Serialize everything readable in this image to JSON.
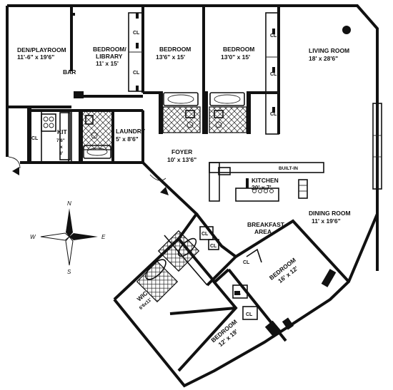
{
  "rooms": {
    "den": {
      "name": "DEN/PLAYROOM",
      "dim": "11'-6\" x 19'6\""
    },
    "bar": {
      "name": "BAR"
    },
    "bedroom_library": {
      "name1": "BEDROOM/",
      "name2": "LIBRARY",
      "dim": "11' x 15'"
    },
    "bedroom1": {
      "name": "BEDROOM",
      "dim": "13'6\" x 15'"
    },
    "bedroom2": {
      "name": "BEDROOM",
      "dim": "13'0\" x 15'"
    },
    "living": {
      "name": "LIVING ROOM",
      "dim": "18' x 28'6\""
    },
    "kit": {
      "name": "KIT",
      "dim1": "7'6\"",
      "dim2": "x",
      "dim3": "8'"
    },
    "laundry": {
      "name": "LAUNDRY",
      "dim": "5' x 8'6\""
    },
    "foyer": {
      "name": "FOYER",
      "dim": "10' x 13'6\""
    },
    "kitchen": {
      "name": "KITCHEN",
      "dim": "20' x 7'",
      "built_in": "BUILT-IN"
    },
    "dining": {
      "name": "DINING ROOM",
      "dim": "11' x 19'6\""
    },
    "breakfast": {
      "name1": "BREAKFAST",
      "name2": "AREA"
    },
    "bedroom3": {
      "name": "BEDROOM",
      "dim": "16' x 12'"
    },
    "bedroom4": {
      "name": "BEDROOM",
      "dim": "12' x 19'"
    },
    "wic": {
      "name": "WIC",
      "dim": "6'6x11'"
    }
  },
  "closet_label": "CL",
  "compass": {
    "n": "N",
    "s": "S",
    "e": "E",
    "w": "W"
  }
}
